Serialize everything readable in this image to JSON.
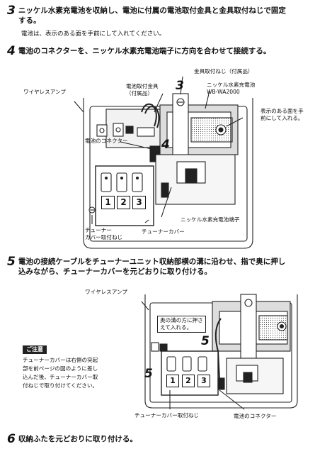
{
  "step3": {
    "num": "3",
    "title_l1": "ニッケル水素充電池を収納し、電池に付属の電池取付金具と金具取付ねじで固定",
    "title_l2": "する。",
    "note": "電池は、表示のある面を手前にして入れてください。"
  },
  "step4": {
    "num": "4",
    "title": "電池のコネクターを、ニッケル水素充電池端子に方向を合わせて接続する。",
    "labels": {
      "amp": "ワイヤレスアンプ",
      "screw": "金具取付ねじ（付属品）",
      "bracket_l1": "電池取付金具",
      "bracket_l2": "（付属品）",
      "battery_l1": "ニッケル水素充電池",
      "battery_l2": "WB-WA2000",
      "face_l1": "表示のある面を手",
      "face_l2": "前にして入れる。",
      "connector": "電池のコネクター",
      "terminal": "ニッケル水素充電池端子",
      "cover_screw_l1": "チューナー",
      "cover_screw_l2": "カバー取付ねじ",
      "cover": "チューナーカバー"
    },
    "marker3": "3",
    "marker4": "4",
    "slots": [
      "1",
      "2",
      "3"
    ]
  },
  "step5": {
    "num": "5",
    "title_l1": "電池の接続ケーブルをチューナーユニット収納部横の溝に沿わせ、指で奥に押し",
    "title_l2": "込みながら、チューナーカバーを元どおりに取り付ける。",
    "labels": {
      "amp": "ワイヤレスアンプ",
      "callout_l1": "奥の溝の方に押さ",
      "callout_l2": "えて入れる。",
      "cover_screw": "チューナーカバー取付ねじ",
      "connector": "電池のコネクター"
    },
    "caution_tag": "ご注意",
    "caution_lines": [
      "チューナーカバーは右側の突起",
      "部を前ページの図のように差し",
      "込んだ後、チューナーカバー取",
      "付ねじで取り付けてください。"
    ],
    "marker": "5",
    "slots": [
      "1",
      "2",
      "3"
    ]
  },
  "step6": {
    "num": "6",
    "title": "収納ふたを元どおりに取り付ける。"
  }
}
